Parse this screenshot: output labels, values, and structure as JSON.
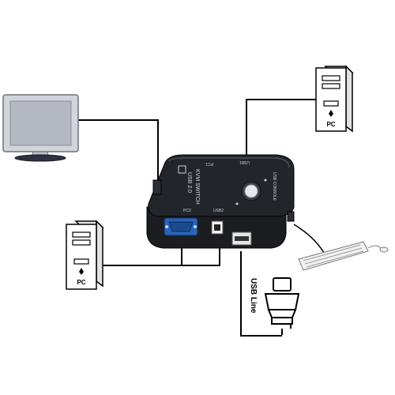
{
  "pc_left": {
    "label": "PC"
  },
  "pc_right": {
    "label": "PC"
  },
  "kvm": {
    "top_label_1": "USB 2.0",
    "top_label_2": "KVM SWITCH",
    "port_pc1": "PC1",
    "port_pc2": "PC2",
    "port_usb2": "USB2",
    "port_usb1": "USB1",
    "console_label": "USB CONSOLE"
  },
  "usb_line_label": "USB Line",
  "colors": {
    "cable": "#000000",
    "monitor_frame": "#c9ccd3",
    "monitor_screen": "#aeb2ba",
    "kvm_body": "#1d1f23",
    "vga_port": "#2f6fc8",
    "pc_case": "#ffffff"
  }
}
